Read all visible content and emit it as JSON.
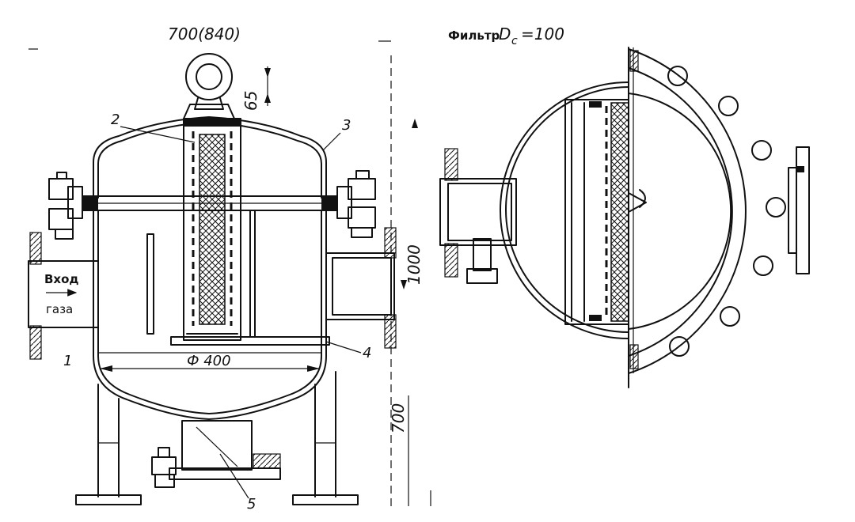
{
  "title": "Фильтр",
  "title_designation": "D",
  "title_subscript": "с",
  "title_value": "=100",
  "dimensions": {
    "overall_width": "700(840)",
    "bolt_clearance": "65",
    "height": "1000",
    "leg_height": "700",
    "diameter": "Ф 400"
  },
  "inlet": {
    "line1": "Вход",
    "line2": "газа"
  },
  "callouts": [
    "1",
    "2",
    "3",
    "4",
    "5"
  ]
}
